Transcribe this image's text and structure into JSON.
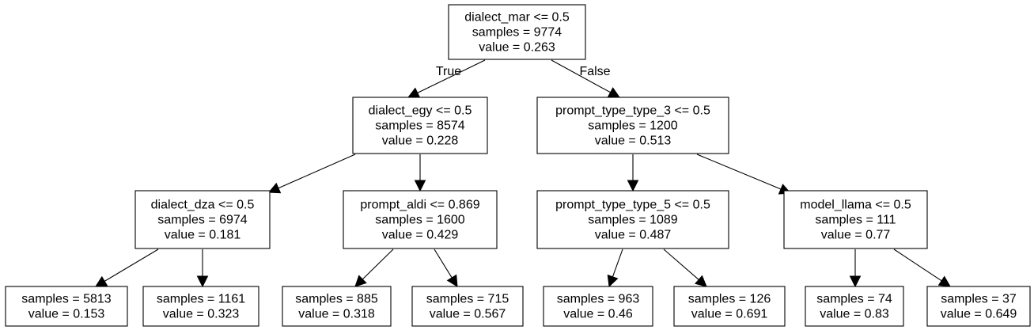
{
  "tree": {
    "nodes": [
      {
        "id": "n0",
        "lines": [
          "dialect_mar <= 0.5",
          "samples = 9774",
          "value = 0.263"
        ]
      },
      {
        "id": "n1",
        "lines": [
          "dialect_egy <= 0.5",
          "samples = 8574",
          "value = 0.228"
        ]
      },
      {
        "id": "n2",
        "lines": [
          "prompt_type_type_3 <= 0.5",
          "samples = 1200",
          "value = 0.513"
        ]
      },
      {
        "id": "n3",
        "lines": [
          "dialect_dza <= 0.5",
          "samples = 6974",
          "value = 0.181"
        ]
      },
      {
        "id": "n4",
        "lines": [
          "prompt_aldi <= 0.869",
          "samples = 1600",
          "value = 0.429"
        ]
      },
      {
        "id": "n5",
        "lines": [
          "prompt_type_type_5 <= 0.5",
          "samples = 1089",
          "value = 0.487"
        ]
      },
      {
        "id": "n6",
        "lines": [
          "model_llama <= 0.5",
          "samples = 111",
          "value = 0.77"
        ]
      },
      {
        "id": "n7",
        "lines": [
          "samples = 5813",
          "value = 0.153"
        ]
      },
      {
        "id": "n8",
        "lines": [
          "samples = 1161",
          "value = 0.323"
        ]
      },
      {
        "id": "n9",
        "lines": [
          "samples = 885",
          "value = 0.318"
        ]
      },
      {
        "id": "n10",
        "lines": [
          "samples = 715",
          "value = 0.567"
        ]
      },
      {
        "id": "n11",
        "lines": [
          "samples = 963",
          "value = 0.46"
        ]
      },
      {
        "id": "n12",
        "lines": [
          "samples = 126",
          "value = 0.691"
        ]
      },
      {
        "id": "n13",
        "lines": [
          "samples = 74",
          "value = 0.83"
        ]
      },
      {
        "id": "n14",
        "lines": [
          "samples = 37",
          "value = 0.649"
        ]
      }
    ],
    "edges": [
      {
        "from": "n0",
        "to": "n1",
        "label": "True"
      },
      {
        "from": "n0",
        "to": "n2",
        "label": "False"
      },
      {
        "from": "n1",
        "to": "n3",
        "label": ""
      },
      {
        "from": "n1",
        "to": "n4",
        "label": ""
      },
      {
        "from": "n2",
        "to": "n5",
        "label": ""
      },
      {
        "from": "n2",
        "to": "n6",
        "label": ""
      },
      {
        "from": "n3",
        "to": "n7",
        "label": ""
      },
      {
        "from": "n3",
        "to": "n8",
        "label": ""
      },
      {
        "from": "n4",
        "to": "n9",
        "label": ""
      },
      {
        "from": "n4",
        "to": "n10",
        "label": ""
      },
      {
        "from": "n5",
        "to": "n11",
        "label": ""
      },
      {
        "from": "n5",
        "to": "n12",
        "label": ""
      },
      {
        "from": "n6",
        "to": "n13",
        "label": ""
      },
      {
        "from": "n6",
        "to": "n14",
        "label": ""
      }
    ]
  }
}
